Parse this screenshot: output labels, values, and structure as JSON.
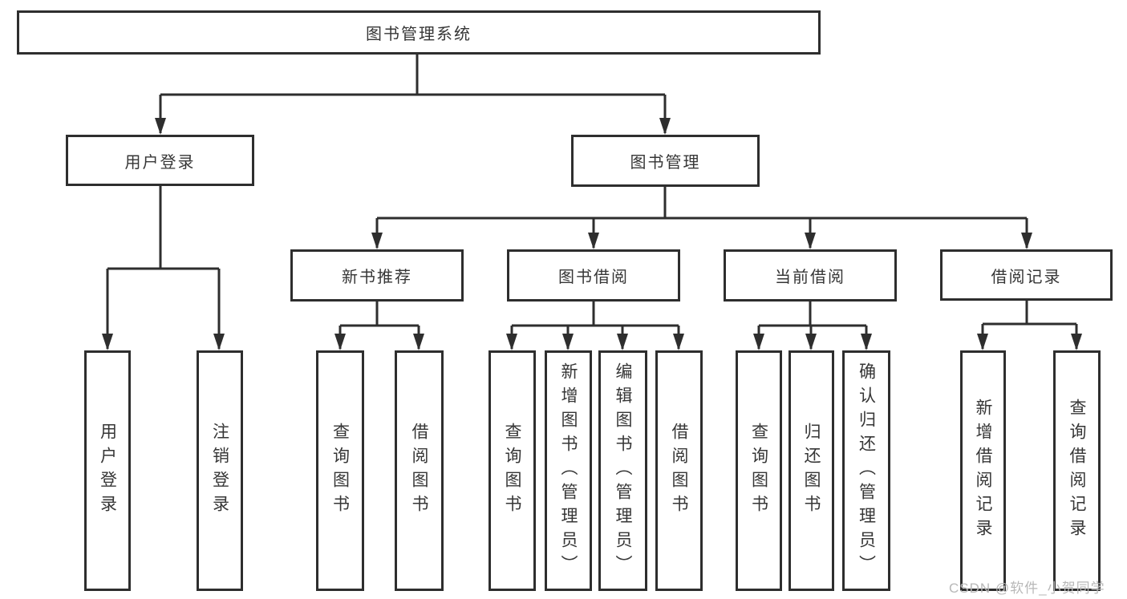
{
  "diagram": {
    "colors": {
      "line": "#2e2e2e",
      "text": "#363636",
      "background": "#ffffff",
      "watermark": "#b8b8b8"
    },
    "tree": {
      "root": {
        "label": "图书管理系统",
        "children": [
          {
            "label": "用户登录",
            "children": [
              {
                "label": "用户登录"
              },
              {
                "label": "注销登录"
              }
            ]
          },
          {
            "label": "图书管理",
            "children": [
              {
                "label": "新书推荐",
                "children": [
                  {
                    "label": "查询图书"
                  },
                  {
                    "label": "借阅图书"
                  }
                ]
              },
              {
                "label": "图书借阅",
                "children": [
                  {
                    "label": "查询图书"
                  },
                  {
                    "label": "新增图书（管理员）"
                  },
                  {
                    "label": "编辑图书（管理员）"
                  },
                  {
                    "label": "借阅图书"
                  }
                ]
              },
              {
                "label": "当前借阅",
                "children": [
                  {
                    "label": "查询图书"
                  },
                  {
                    "label": "归还图书"
                  },
                  {
                    "label": "确认归还（管理员）"
                  }
                ]
              },
              {
                "label": "借阅记录",
                "children": [
                  {
                    "label": "新增借阅记录"
                  },
                  {
                    "label": "查询借阅记录"
                  }
                ]
              }
            ]
          }
        ]
      }
    },
    "watermark": {
      "text": "CSDN @软件_小贺同学"
    }
  }
}
